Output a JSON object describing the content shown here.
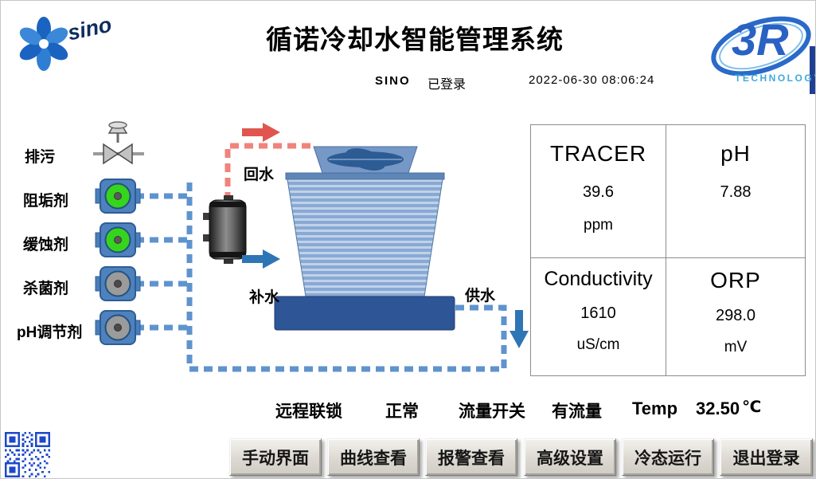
{
  "header": {
    "title": "循诺冷却水智能管理系统",
    "logo_sino": "sino",
    "logo_3r": "3R",
    "logo_3r_sub": "TECHNOLOGY",
    "user": "SINO",
    "login_status": "已登录",
    "datetime": "2022-06-30 08:06:24"
  },
  "diagram": {
    "blowdown_label": "排污",
    "flow_labels": {
      "return": "回水",
      "makeup": "补水",
      "supply": "供水"
    }
  },
  "pumps": [
    {
      "name": "阻垢剂",
      "state": "on"
    },
    {
      "name": "缓蚀剂",
      "state": "on"
    },
    {
      "name": "杀菌剂",
      "state": "off"
    },
    {
      "name": "pH调节剂",
      "state": "off"
    }
  ],
  "colors": {
    "pump_on": "#35d51c",
    "pump_off": "#9b9b9b",
    "pipe_water": "#5f93ce",
    "pipe_return": "#f0837c",
    "accent_blue": "#2a62c4"
  },
  "readings": {
    "tracer": {
      "label": "TRACER",
      "value": "39.6",
      "unit": "ppm"
    },
    "ph": {
      "label": "pH",
      "value": "7.88"
    },
    "conductivity": {
      "label": "Conductivity",
      "value": "1610",
      "unit": "uS/cm"
    },
    "orp": {
      "label": "ORP",
      "value": "298.0",
      "unit": "mV"
    }
  },
  "status_bar": {
    "interlock_label": "远程联锁",
    "interlock_value": "正常",
    "flow_label": "流量开关",
    "flow_value": "有流量",
    "temp_label": "Temp",
    "temp_value": "32.50",
    "temp_unit": "℃"
  },
  "buttons": [
    {
      "label": "手动界面"
    },
    {
      "label": "曲线查看"
    },
    {
      "label": "报警查看"
    },
    {
      "label": "高级设置"
    },
    {
      "label": "冷态运行"
    },
    {
      "label": "退出登录"
    }
  ]
}
